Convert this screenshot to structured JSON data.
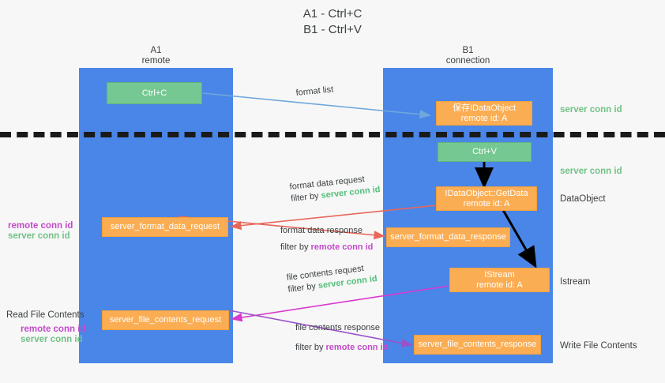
{
  "title": {
    "line1": "A1 - Ctrl+C",
    "line2": "B1 - Ctrl+V"
  },
  "lanes": [
    {
      "name": "A1",
      "sub": "remote"
    },
    {
      "name": "B1",
      "sub": "connection"
    }
  ],
  "boxes": {
    "ctrl_c": {
      "line1": "Ctrl+C"
    },
    "save_idataobject": {
      "line1": "保存IDataObject",
      "line2": "remote id: A"
    },
    "ctrl_v": {
      "line1": "Ctrl+V"
    },
    "getdata": {
      "line1": "IDataObject::GetData",
      "line2": "remote id: A"
    },
    "format_data_request": {
      "line1": "server_format_data_request"
    },
    "format_data_response": {
      "line1": "server_format_data_response"
    },
    "istream": {
      "line1": "IStream",
      "line2": "remote id: A"
    },
    "file_contents_request": {
      "line1": "server_file_contents_request"
    },
    "file_contents_response": {
      "line1": "server_file_contents_response"
    }
  },
  "right_labels": {
    "server_conn_id_1": "server conn id",
    "server_conn_id_2": "server conn id",
    "dataobject": "DataObject",
    "istream": "Istream",
    "write_file_contents": "Write File Contents"
  },
  "left_labels": {
    "remote_conn_id_1": "remote conn id",
    "server_conn_id_1": "server conn id",
    "read_file_contents": "Read File Contents",
    "remote_conn_id_2": "remote conn id",
    "server_conn_id_2": "server conn id"
  },
  "edges": {
    "format_list": "format list",
    "format_data_request": "format data request",
    "format_data_request_filter_prefix": "filter by ",
    "format_data_request_filter_value": "server conn id",
    "format_data_response": "format data response",
    "format_data_response_filter_prefix": "filter by ",
    "format_data_response_filter_value": "remote conn id",
    "file_contents_request": "file contents request",
    "file_contents_request_filter_prefix": "filter by ",
    "file_contents_request_filter_value": "server conn id",
    "file_contents_response": "file contents response",
    "file_contents_response_filter_prefix": "filter by ",
    "file_contents_response_filter_value": "remote conn id"
  },
  "colors": {
    "lane": "#4a86e8",
    "green_box": "#76c893",
    "orange_box": "#fbad53",
    "server_conn_id": "#52c07a",
    "remote_conn_id": "#c34ac9",
    "arrow_blue": "#6fa8dc",
    "arrow_red": "#e8675a",
    "arrow_magenta": "#d938cf",
    "arrow_purple": "#9b51c9",
    "arrow_black": "#000000",
    "background": "#f7f7f7"
  }
}
